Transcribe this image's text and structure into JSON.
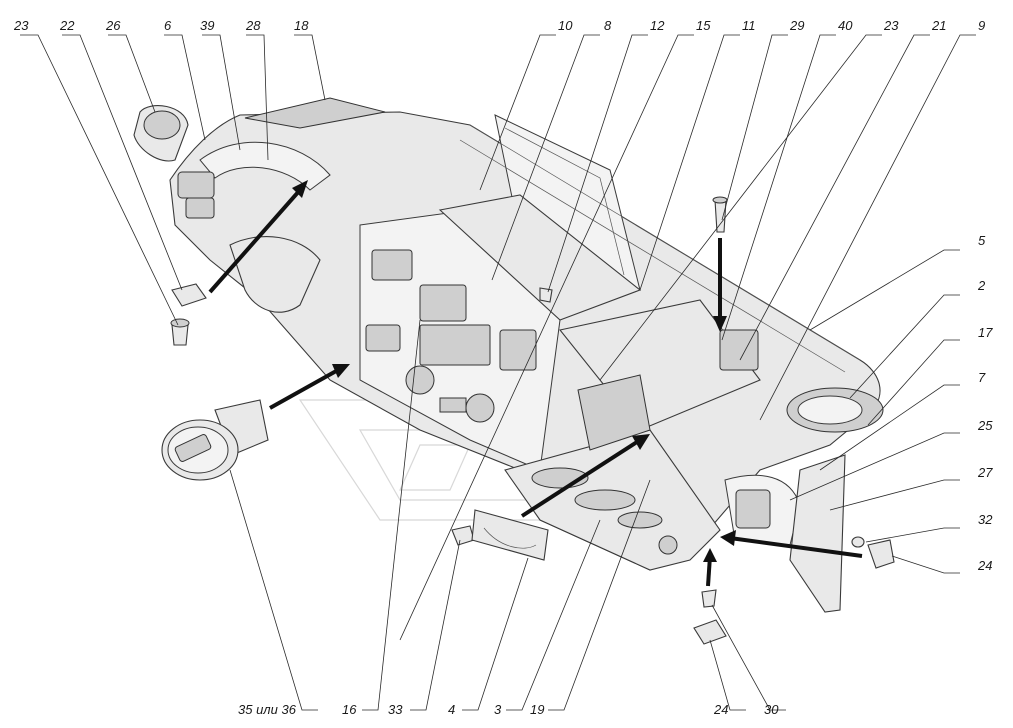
{
  "callouts": {
    "top": [
      "23",
      "22",
      "26",
      "6",
      "39",
      "28",
      "18",
      "10",
      "8",
      "12",
      "15",
      "11",
      "29",
      "40",
      "23",
      "21",
      "9"
    ],
    "right": [
      "5",
      "2",
      "17",
      "7",
      "25",
      "27",
      "32",
      "24"
    ],
    "bottom": [
      "35 или 36",
      "16",
      "33",
      "4",
      "3",
      "19",
      "24",
      "30"
    ]
  }
}
